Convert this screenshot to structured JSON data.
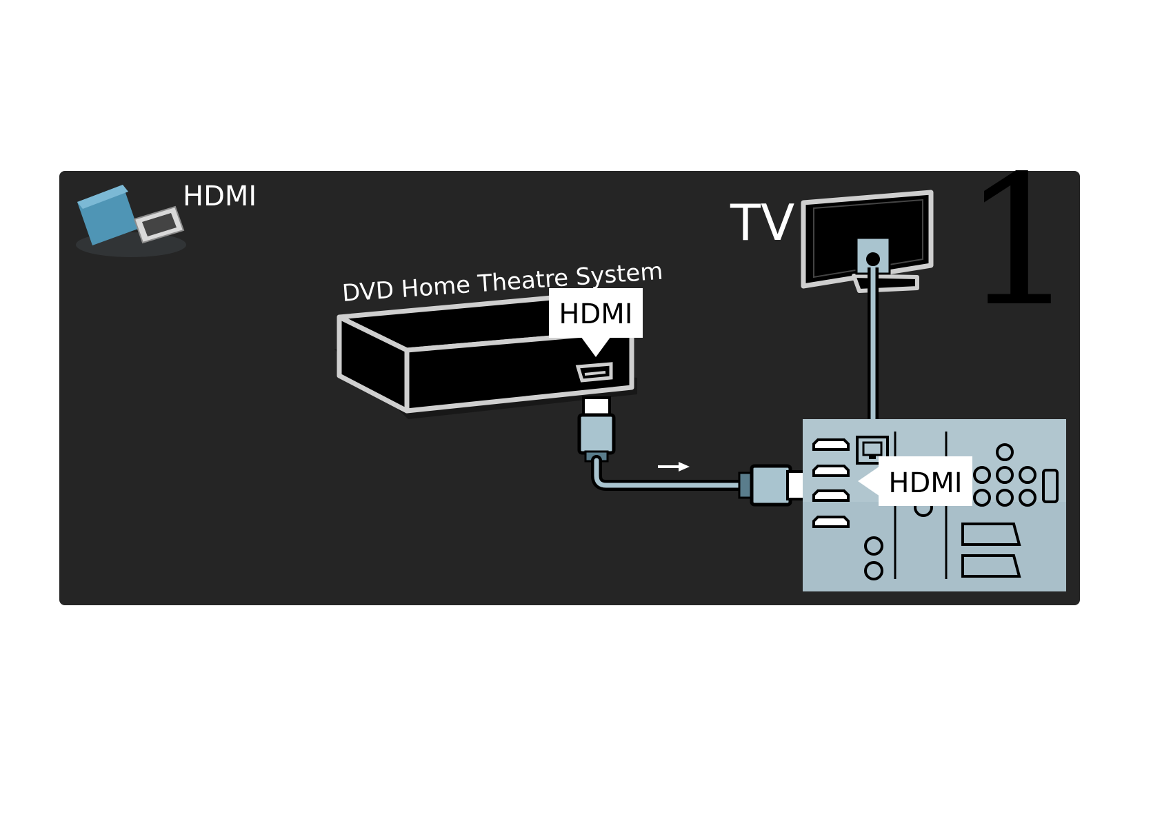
{
  "connector_legend": {
    "label": "HDMI",
    "icon": "hdmi-plug-icon"
  },
  "dvd": {
    "label": "DVD Home Theatre System",
    "port_callout": "HDMI"
  },
  "tv": {
    "label": "TV",
    "port_callout": "HDMI"
  },
  "step_number": "1",
  "colors": {
    "panel": "#252525",
    "device_fill": "#000000",
    "outline": "#cfcfcf",
    "cable": "#a9c4cf",
    "connector_panel": "#a9bfc9",
    "callout": "#ffffff"
  }
}
